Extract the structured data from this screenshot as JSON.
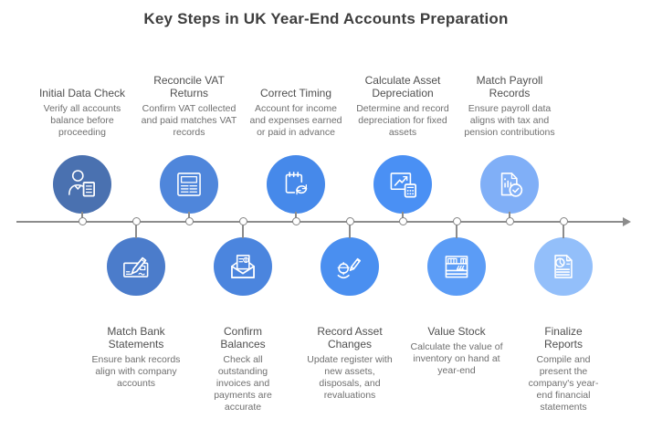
{
  "title": "Key Steps in UK Year-End Accounts Preparation",
  "theme": {
    "axis_color": "#8c8c8c",
    "background": "#ffffff",
    "title_color": "#3e3e3e"
  },
  "steps": [
    {
      "title": "Initial Data Check",
      "description": "Verify all accounts balance before proceeding",
      "position": "top",
      "icon": "person-document-icon",
      "color": "#4a71b0"
    },
    {
      "title": "Match Bank Statements",
      "description": "Ensure bank records align with company accounts",
      "position": "bottom",
      "icon": "cheque-pen-icon",
      "color": "#4b7ccb"
    },
    {
      "title": "Reconcile VAT Returns",
      "description": "Confirm VAT collected and paid matches VAT records",
      "position": "top",
      "icon": "form-document-icon",
      "color": "#4f86db"
    },
    {
      "title": "Confirm Balances",
      "description": "Check all outstanding invoices and payments are accurate",
      "position": "bottom",
      "icon": "envelope-invoice-icon",
      "color": "#4b85de"
    },
    {
      "title": "Correct Timing",
      "description": "Account for income and expenses earned or paid in advance",
      "position": "top",
      "icon": "calendar-sync-icon",
      "color": "#4689ea"
    },
    {
      "title": "Record Asset Changes",
      "description": "Update register with new assets, disposals, and revaluations",
      "position": "bottom",
      "icon": "pencil-register-icon",
      "color": "#4a8ff0"
    },
    {
      "title": "Calculate Asset Depreciation",
      "description": "Determine and record depreciation for fixed assets",
      "position": "top",
      "icon": "chart-calculator-icon",
      "color": "#4a90f4"
    },
    {
      "title": "Value Stock",
      "description": "Calculate the value of inventory on hand at year-end",
      "position": "bottom",
      "icon": "inventory-shelf-icon",
      "color": "#5b9cf6"
    },
    {
      "title": "Match Payroll Records",
      "description": "Ensure payroll data aligns with tax and pension contributions",
      "position": "top",
      "icon": "payroll-check-icon",
      "color": "#80aff7"
    },
    {
      "title": "Finalize Reports",
      "description": "Compile and present the company's year-end financial statements",
      "position": "bottom",
      "icon": "report-pie-icon",
      "color": "#93bffa"
    }
  ]
}
